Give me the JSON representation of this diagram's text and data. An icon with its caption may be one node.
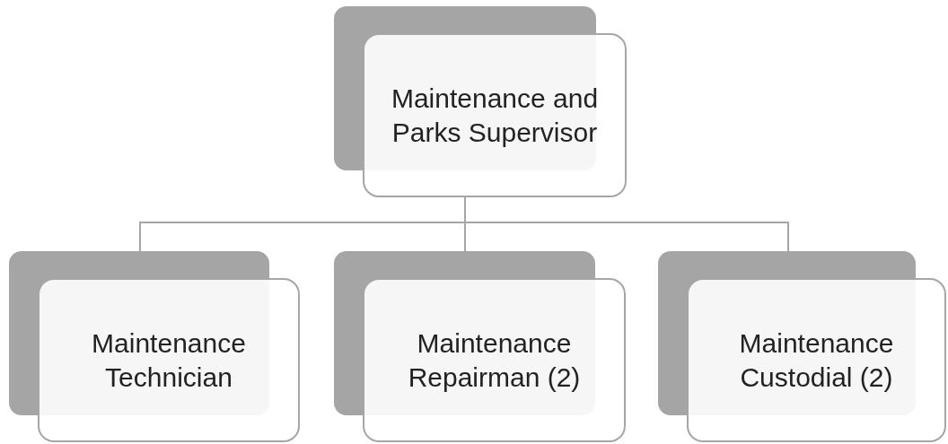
{
  "diagram": {
    "nodes": [
      {
        "text": [
          "Maintenance and Parks Supervisor"
        ]
      },
      {
        "text": [
          "Maintenance Technician"
        ]
      },
      {
        "text": [
          "Maintenance Repairman (2)"
        ]
      },
      {
        "text": [
          "Maintenance Custodial (2)"
        ]
      }
    ],
    "edges": [
      {
        "from": 0,
        "to": 1,
        "arrow": "none"
      },
      {
        "from": 0,
        "to": 2,
        "arrow": "none"
      },
      {
        "from": 0,
        "to": 3,
        "arrow": "none"
      }
    ]
  }
}
